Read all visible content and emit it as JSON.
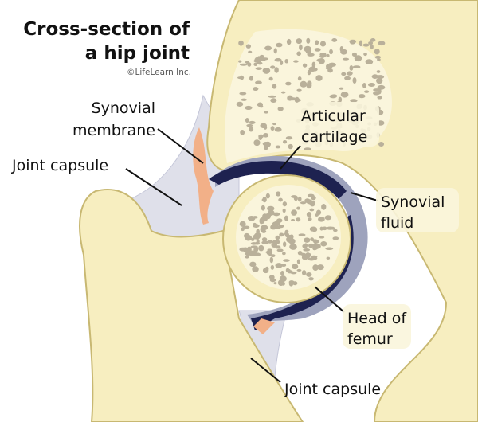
{
  "title": {
    "line1": "Cross-section of",
    "line2": "a hip joint",
    "copyright": "©LifeLearn Inc."
  },
  "labels": {
    "synovial_membrane": {
      "line1": "Synovial",
      "line2": "membrane"
    },
    "joint_capsule_upper": "Joint capsule",
    "articular_cartilage": {
      "line1": "Articular",
      "line2": "cartilage"
    },
    "synovial_fluid": {
      "line1": "Synovial",
      "line2": "fluid"
    },
    "head_of_femur": {
      "line1": "Head of",
      "line2": "femur"
    },
    "joint_capsule_lower": "Joint capsule"
  },
  "colors": {
    "bone": "#f7eec0",
    "bone_outline": "#c8b872",
    "spongy": "#faf5dc",
    "trabecula": "#b9b09a",
    "capsule": "#dfe0ea",
    "cartilage": "#1e2250",
    "fluid": "#9ea3bd",
    "membrane": "#f2b088"
  }
}
